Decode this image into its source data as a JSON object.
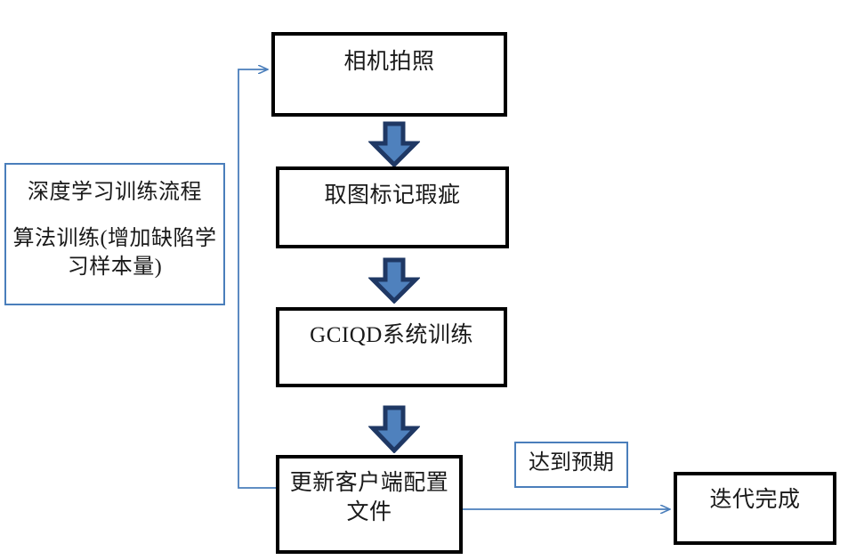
{
  "diagram": {
    "title": "深度学习训练流程",
    "type": "flowchart",
    "colors": {
      "node_border": "#000000",
      "note_border": "#4a7ebb",
      "arrow_fill": "#4f81bd",
      "arrow_outline": "#1f3864",
      "connector_line": "#4a7ebb",
      "background": "#ffffff",
      "text": "#1a1a1a"
    },
    "notes": [
      {
        "id": "process-note",
        "line1": "深度学习训练流程",
        "line2": "算法训练(增加缺陷学习样本量)"
      },
      {
        "id": "expect-note",
        "label": "达到预期"
      }
    ],
    "nodes": [
      {
        "id": "camera",
        "label": "相机拍照"
      },
      {
        "id": "mark",
        "label": "取图标记瑕疵"
      },
      {
        "id": "train",
        "label": "GCIQD系统训练"
      },
      {
        "id": "update",
        "label": "更新客户端配置文件"
      },
      {
        "id": "done",
        "label": "迭代完成"
      }
    ],
    "arrows": [
      {
        "id": "camera-to-mark",
        "from": "camera",
        "to": "mark",
        "style": "block-arrow-down"
      },
      {
        "id": "mark-to-train",
        "from": "mark",
        "to": "train",
        "style": "block-arrow-down"
      },
      {
        "id": "train-to-update",
        "from": "train",
        "to": "update",
        "style": "block-arrow-down"
      },
      {
        "id": "update-to-done",
        "from": "update",
        "to": "done",
        "style": "line-arrow-right",
        "label": "达到预期"
      },
      {
        "id": "update-to-camera",
        "from": "update",
        "to": "camera",
        "style": "line-arrow-feedback"
      }
    ]
  }
}
